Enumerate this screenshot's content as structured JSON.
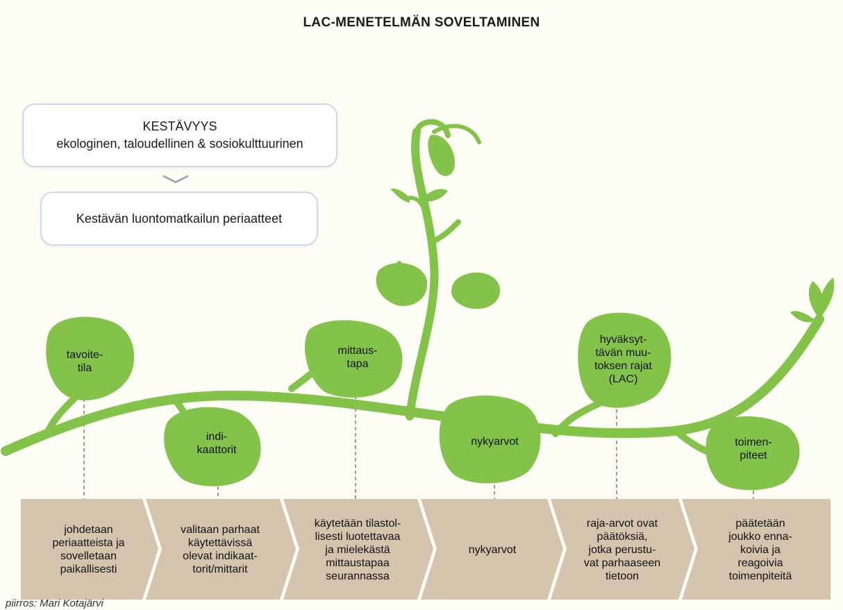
{
  "title": "LAC-MENETELMÄN SOVELTAMINEN",
  "top_box": {
    "line1": "KESTÄVYYS",
    "line2": "ekologinen, taloudellinen & sosiokulttuurinen"
  },
  "second_box": {
    "text": "Kestävän luontomatkailun periaatteet"
  },
  "leaves": [
    {
      "label": "tavoite-\ntila"
    },
    {
      "label": "indi-\nkaattorit"
    },
    {
      "label": "mittaus-\ntapa"
    },
    {
      "label": "nykyarvot"
    },
    {
      "label": "hyväksyt-\ntävän muu-\ntoksen rajat\n(LAC)"
    },
    {
      "label": "toimen-\npiteet"
    }
  ],
  "steps": [
    {
      "text": "johdetaan\nperiaatteista ja\nsovelletaan\npaikallisesti"
    },
    {
      "text": "valitaan parhaat\nkäytettävissä\nolevat indikaat-\ntorit/mittarit"
    },
    {
      "text": "käytetään tilastol-\nlisesti luotettavaa\nja mielekästä\nmittaustapaa\nseurannassa"
    },
    {
      "text": "nykyarvot"
    },
    {
      "text": "raja-arvot ovat\npäätöksiä,\njotka perustu-\nvat parhaaseen\ntietoon"
    },
    {
      "text": "päätetään\njoukko enna-\nkoivia ja\nreagoivia\ntoimenpiteitä"
    }
  ],
  "credit": "piirros: Mari Kotajärvi",
  "colors": {
    "leaf": "#83c34a",
    "step": "#d4c4ad",
    "box_border": "#c9d8ea",
    "dash": "#9a9a9a"
  }
}
